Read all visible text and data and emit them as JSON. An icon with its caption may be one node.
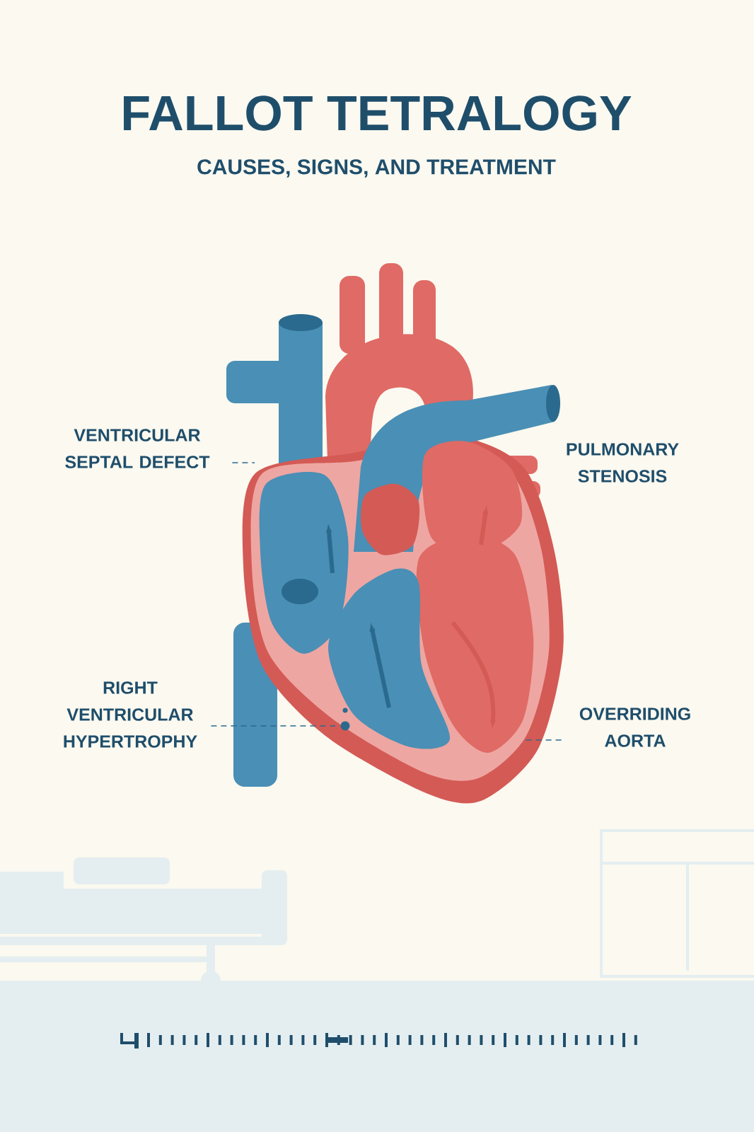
{
  "diagram": {
    "title": "FALLOT TETRALOGY",
    "nodes": [
      {
        "text": [
          "VENTRICULAR SEPTAL DEFECT"
        ]
      },
      {
        "text": [
          "RIGHT VENTRICULAR HYPERTROPHY"
        ]
      },
      {
        "text": [
          "OVERRIDING AORTA"
        ]
      }
    ],
    "edges": [
      {
        "from": 0,
        "to": null,
        "arrow": "none",
        "style": "dashed"
      },
      {
        "from": 1,
        "to": null,
        "arrow": "none",
        "style": "dashed"
      },
      {
        "from": 2,
        "to": null,
        "arrow": "none",
        "style": "dashed"
      }
    ],
    "labels": [
      "CAUSES, SIGNS, AND TREATMENT",
      "PULMONARY STENOSIS"
    ]
  }
}
